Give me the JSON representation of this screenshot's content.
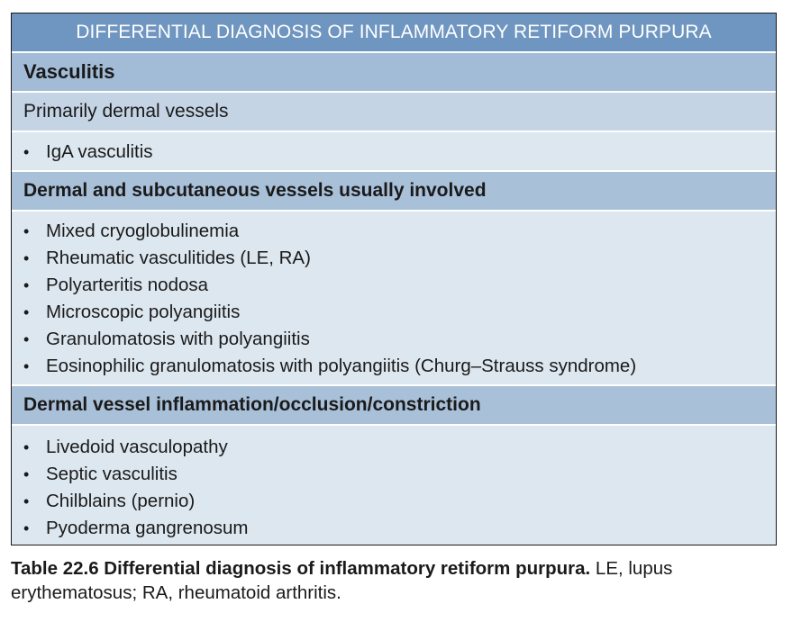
{
  "table": {
    "title": "DIFFERENTIAL DIAGNOSIS OF INFLAMMATORY RETIFORM PURPURA",
    "section": "Vasculitis",
    "groups": [
      {
        "heading": "Primarily dermal vessels",
        "items": [
          "IgA vasculitis"
        ]
      },
      {
        "heading": "Dermal and subcutaneous vessels usually involved",
        "items": [
          "Mixed cryoglobulinemia",
          "Rheumatic vasculitides (LE, RA)",
          "Polyarteritis nodosa",
          "Microscopic polyangiitis",
          "Granulomatosis with polyangiitis",
          "Eosinophilic granulomatosis with polyangiitis (Churg–Strauss syndrome)"
        ]
      },
      {
        "heading": "Dermal vessel inflammation/occlusion/constriction",
        "items": [
          "Livedoid vasculopathy",
          "Septic vasculitis",
          "Chilblains (pernio)",
          "Pyoderma gangrenosum"
        ]
      }
    ],
    "bullet": "•"
  },
  "caption": {
    "label": "Table 22.6 Differential diagnosis of inflammatory retiform purpura.",
    "text": " LE, lupus erythematosus; RA, rheumatoid arthritis."
  }
}
